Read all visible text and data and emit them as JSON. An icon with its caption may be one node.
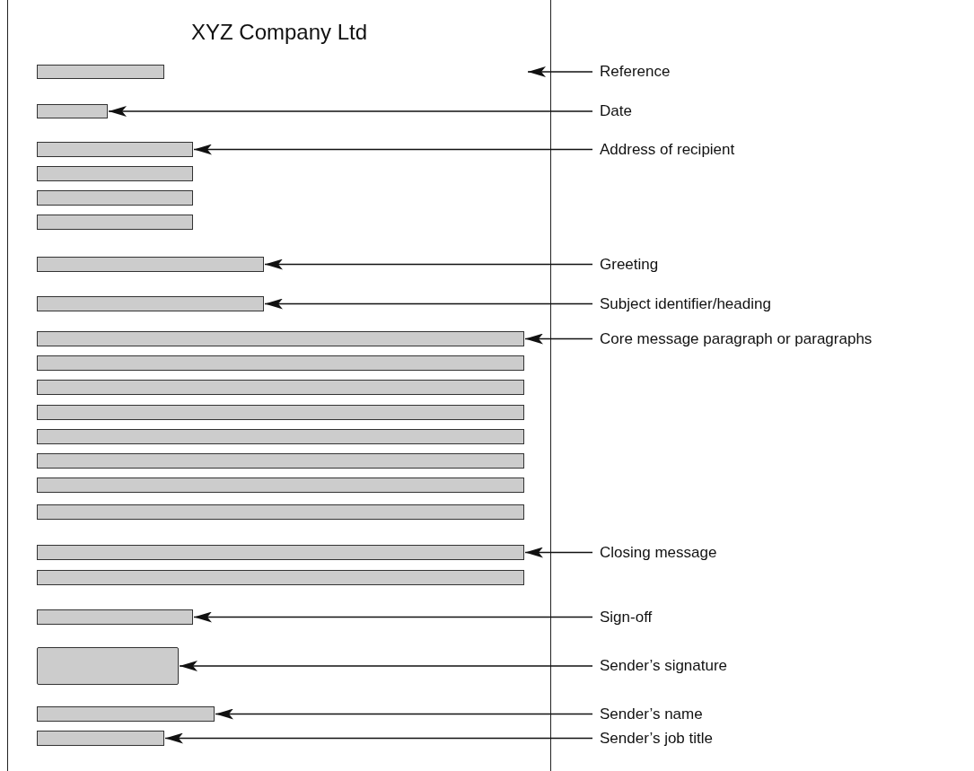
{
  "diagram": {
    "nodes": [
      {
        "text": [
          "XYZ Company Ltd"
        ]
      },
      {
        "text": [],
        "shape": "bar",
        "in": 0
      },
      {
        "text": [],
        "shape": "bar",
        "in": 0
      },
      {
        "text": [],
        "shape": "bar",
        "in": 0
      },
      {
        "text": [],
        "shape": "bar",
        "in": 0
      },
      {
        "text": [],
        "shape": "bar",
        "in": 0
      },
      {
        "text": [],
        "shape": "bar",
        "in": 0
      },
      {
        "text": [],
        "shape": "bar",
        "in": 0
      },
      {
        "text": [],
        "shape": "bar",
        "in": 0
      },
      {
        "text": [],
        "shape": "bar",
        "in": 0
      },
      {
        "text": [],
        "shape": "bar",
        "in": 0
      },
      {
        "text": [],
        "shape": "bar",
        "in": 0
      },
      {
        "text": [],
        "shape": "bar",
        "in": 0
      },
      {
        "text": [],
        "shape": "bar",
        "in": 0
      },
      {
        "text": [],
        "shape": "bar",
        "in": 0
      },
      {
        "text": [],
        "shape": "bar",
        "in": 0
      },
      {
        "text": [],
        "shape": "bar",
        "in": 0
      },
      {
        "text": [],
        "shape": "bar",
        "in": 0
      },
      {
        "text": [],
        "shape": "bar",
        "in": 0
      },
      {
        "text": [],
        "shape": "bar",
        "in": 0
      },
      {
        "text": [],
        "shape": "box",
        "in": 0
      },
      {
        "text": [],
        "shape": "bar",
        "in": 0
      },
      {
        "text": [],
        "shape": "bar",
        "in": 0
      },
      {
        "text": [
          "Reference"
        ]
      },
      {
        "text": [
          "Date"
        ]
      },
      {
        "text": [
          "Address of recipient"
        ]
      },
      {
        "text": [
          "Greeting"
        ]
      },
      {
        "text": [
          "Subject identifier/heading"
        ]
      },
      {
        "text": [
          "Core message paragraph or paragraphs"
        ]
      },
      {
        "text": [
          "Closing message"
        ]
      },
      {
        "text": [
          "Sign-off"
        ]
      },
      {
        "text": [
          "Sender’s signature"
        ]
      },
      {
        "text": [
          "Sender’s name"
        ]
      },
      {
        "text": [
          "Sender’s job title"
        ]
      }
    ],
    "edges": [
      {
        "from": 23,
        "to": 0,
        "arrow": "to"
      },
      {
        "from": 24,
        "to": 2,
        "arrow": "to"
      },
      {
        "from": 25,
        "to": 3,
        "arrow": "to"
      },
      {
        "from": 26,
        "to": 7,
        "arrow": "to"
      },
      {
        "from": 27,
        "to": 8,
        "arrow": "to"
      },
      {
        "from": 28,
        "to": 9,
        "arrow": "to"
      },
      {
        "from": 29,
        "to": 17,
        "arrow": "to"
      },
      {
        "from": 30,
        "to": 19,
        "arrow": "to"
      },
      {
        "from": 31,
        "to": 20,
        "arrow": "to"
      },
      {
        "from": 32,
        "to": 21,
        "arrow": "to"
      },
      {
        "from": 33,
        "to": 22,
        "arrow": "to"
      }
    ]
  }
}
